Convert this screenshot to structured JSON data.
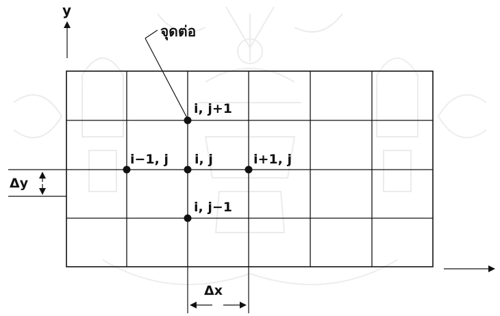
{
  "diagram": {
    "y_axis_label": "y",
    "callout_label": "จุดต่อ",
    "nodes": {
      "top": "i, j+1",
      "left": "i−1, j",
      "center": "i, j",
      "right": "i+1, j",
      "bottom": "i, j−1"
    },
    "delta_y_label": "Δy",
    "delta_x_label": "Δx"
  },
  "watermark": {
    "description_hidden": ""
  }
}
